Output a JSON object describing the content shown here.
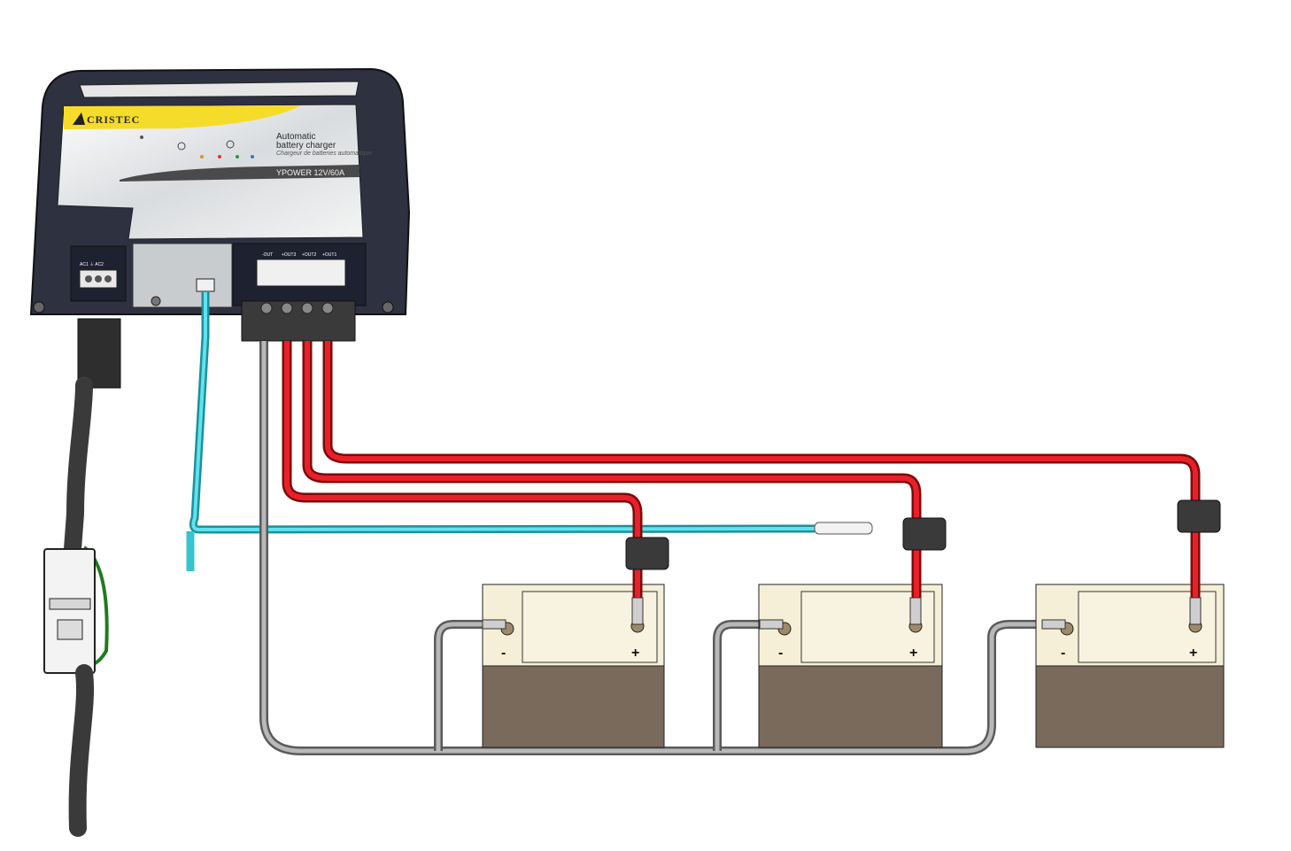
{
  "charger": {
    "brand": "CRISTEC",
    "title_line1": "Automatic",
    "title_line2": "battery charger",
    "subtitle": "Chargeur de batteries automatique",
    "model": "YPOWER 12V/60A",
    "ac_label": "AC1 ⏚ AC2",
    "output_labels": [
      "-OUT",
      "+OUT3",
      "+OUT2",
      "+OUT1"
    ]
  },
  "batteries": [
    {
      "neg": "-",
      "pos": "+"
    },
    {
      "neg": "-",
      "pos": "+"
    },
    {
      "neg": "-",
      "pos": "+"
    }
  ],
  "colors": {
    "positive_cable": "#d61f1f",
    "negative_cable": "#9a9a9a",
    "sensor_cable": "#35c4d0",
    "mains_cable": "#3a3a3a",
    "battery_top": "#f5efd7",
    "battery_body": "#7a6a5c",
    "charger_housing": "#2d3140"
  }
}
